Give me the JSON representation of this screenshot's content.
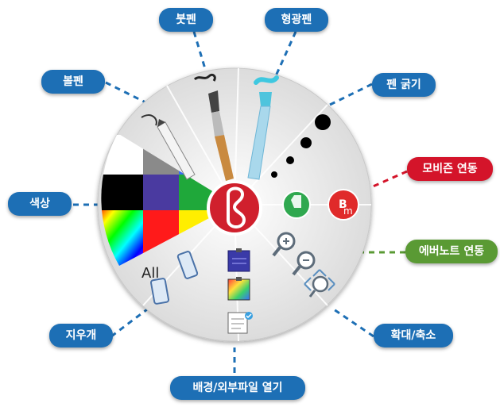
{
  "labels": {
    "brush_pen": "붓펜",
    "highlighter": "형광펜",
    "ballpoint": "볼펜",
    "pen_thickness": "펜 굵기",
    "color": "색상",
    "mobizen_link": "모비즌 연동",
    "evernote_link": "에버노트 연동",
    "eraser": "지우개",
    "zoom": "확대/축소",
    "background_file": "배경/외부파일 열기"
  },
  "eraser_all_text": "All",
  "colors": {
    "label_blue": "#1d6fb5",
    "label_red": "#d4142a",
    "label_green": "#5a9a34",
    "center_red": "#d0202d",
    "evernote_green": "#2fa84f",
    "mobizen_red": "#e02a2a",
    "connector_blue": "#1d6fb5",
    "connector_red": "#d4142a",
    "connector_green": "#5a9a34"
  },
  "icons": [
    "pencil-icon",
    "brush-icon",
    "highlighter-icon",
    "thickness-dots-icon",
    "color-swatch-icon",
    "eraser-icon",
    "zoom-in-icon",
    "zoom-out-icon",
    "zoom-fit-icon",
    "notepad-icon",
    "gradient-image-icon",
    "document-icon",
    "evernote-icon",
    "mobizen-icon",
    "center-logo-icon"
  ]
}
